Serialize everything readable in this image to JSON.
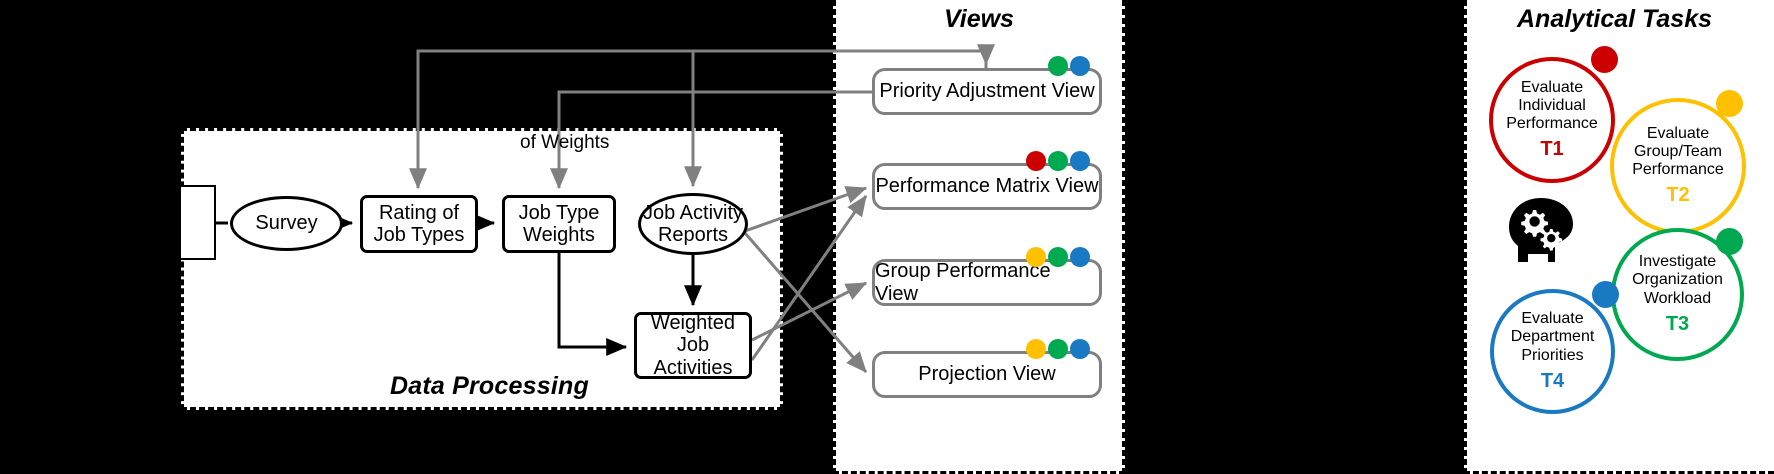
{
  "panels": {
    "data_processing": {
      "title": "Data Processing"
    },
    "views": {
      "title": "Views"
    },
    "tasks": {
      "title": "Analytical Tasks"
    }
  },
  "process": {
    "edge_label": "of Weights",
    "nodes": [
      {
        "id": "survey",
        "label": "Survey",
        "shape": "ellipse"
      },
      {
        "id": "rating",
        "label": "Rating of Job Types",
        "shape": "rect"
      },
      {
        "id": "weights",
        "label": "Job Type Weights",
        "shape": "rect"
      },
      {
        "id": "reports",
        "label": "Job Activity Reports",
        "shape": "ellipse"
      },
      {
        "id": "weighted",
        "label": "Weighted Job Activities",
        "shape": "rect"
      }
    ]
  },
  "views": {
    "cards": [
      {
        "label": "Priority Adjustment View",
        "dots": [
          "#00A94F",
          "#1979C3"
        ]
      },
      {
        "label": "Performance Matrix View",
        "dots": [
          "#CC0000",
          "#00A94F",
          "#1979C3"
        ]
      },
      {
        "label": "Group Performance View",
        "dots": [
          "#FFC000",
          "#00A94F",
          "#1979C3"
        ]
      },
      {
        "label": "Projection View",
        "dots": [
          "#FFC000",
          "#00A94F",
          "#1979C3"
        ]
      }
    ]
  },
  "tasks": {
    "items": [
      {
        "id": "T1",
        "label": "Evaluate Individual Performance",
        "color": "#CC0000"
      },
      {
        "id": "T2",
        "label": "Evaluate Group/Team Performance",
        "color": "#FFC000"
      },
      {
        "id": "T3",
        "label": "Investigate Organization Workload",
        "color": "#00A94F"
      },
      {
        "id": "T4",
        "label": "Evaluate Department Priorities",
        "color": "#1979C3"
      }
    ]
  },
  "colors": {
    "red": "#CC0000",
    "yellow": "#FFC000",
    "green": "#00A94F",
    "blue": "#1979C3",
    "wire_gray": "#808080",
    "wire_black": "#000000"
  }
}
